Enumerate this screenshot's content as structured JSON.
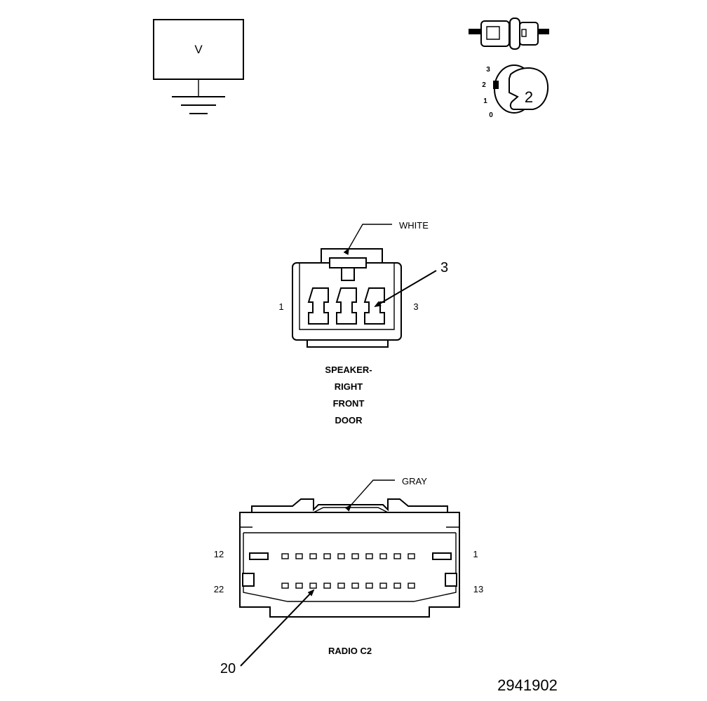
{
  "ground_symbol": {
    "box_label": "V"
  },
  "probe_switch": {
    "positions": [
      "3",
      "2",
      "1",
      "0"
    ],
    "selected_position": "2"
  },
  "speaker_connector": {
    "color_label": "WHITE",
    "callout_pin": "3",
    "pin_left": "1",
    "pin_right": "3",
    "name_lines": [
      "SPEAKER-",
      "RIGHT",
      "FRONT",
      "DOOR"
    ]
  },
  "radio_connector": {
    "color_label": "GRAY",
    "top_row_left_pin": "12",
    "top_row_right_pin": "1",
    "bottom_row_left_pin": "22",
    "bottom_row_right_pin": "13",
    "callout_pin": "20",
    "name": "RADIO C2"
  },
  "figure_number": "2941902"
}
